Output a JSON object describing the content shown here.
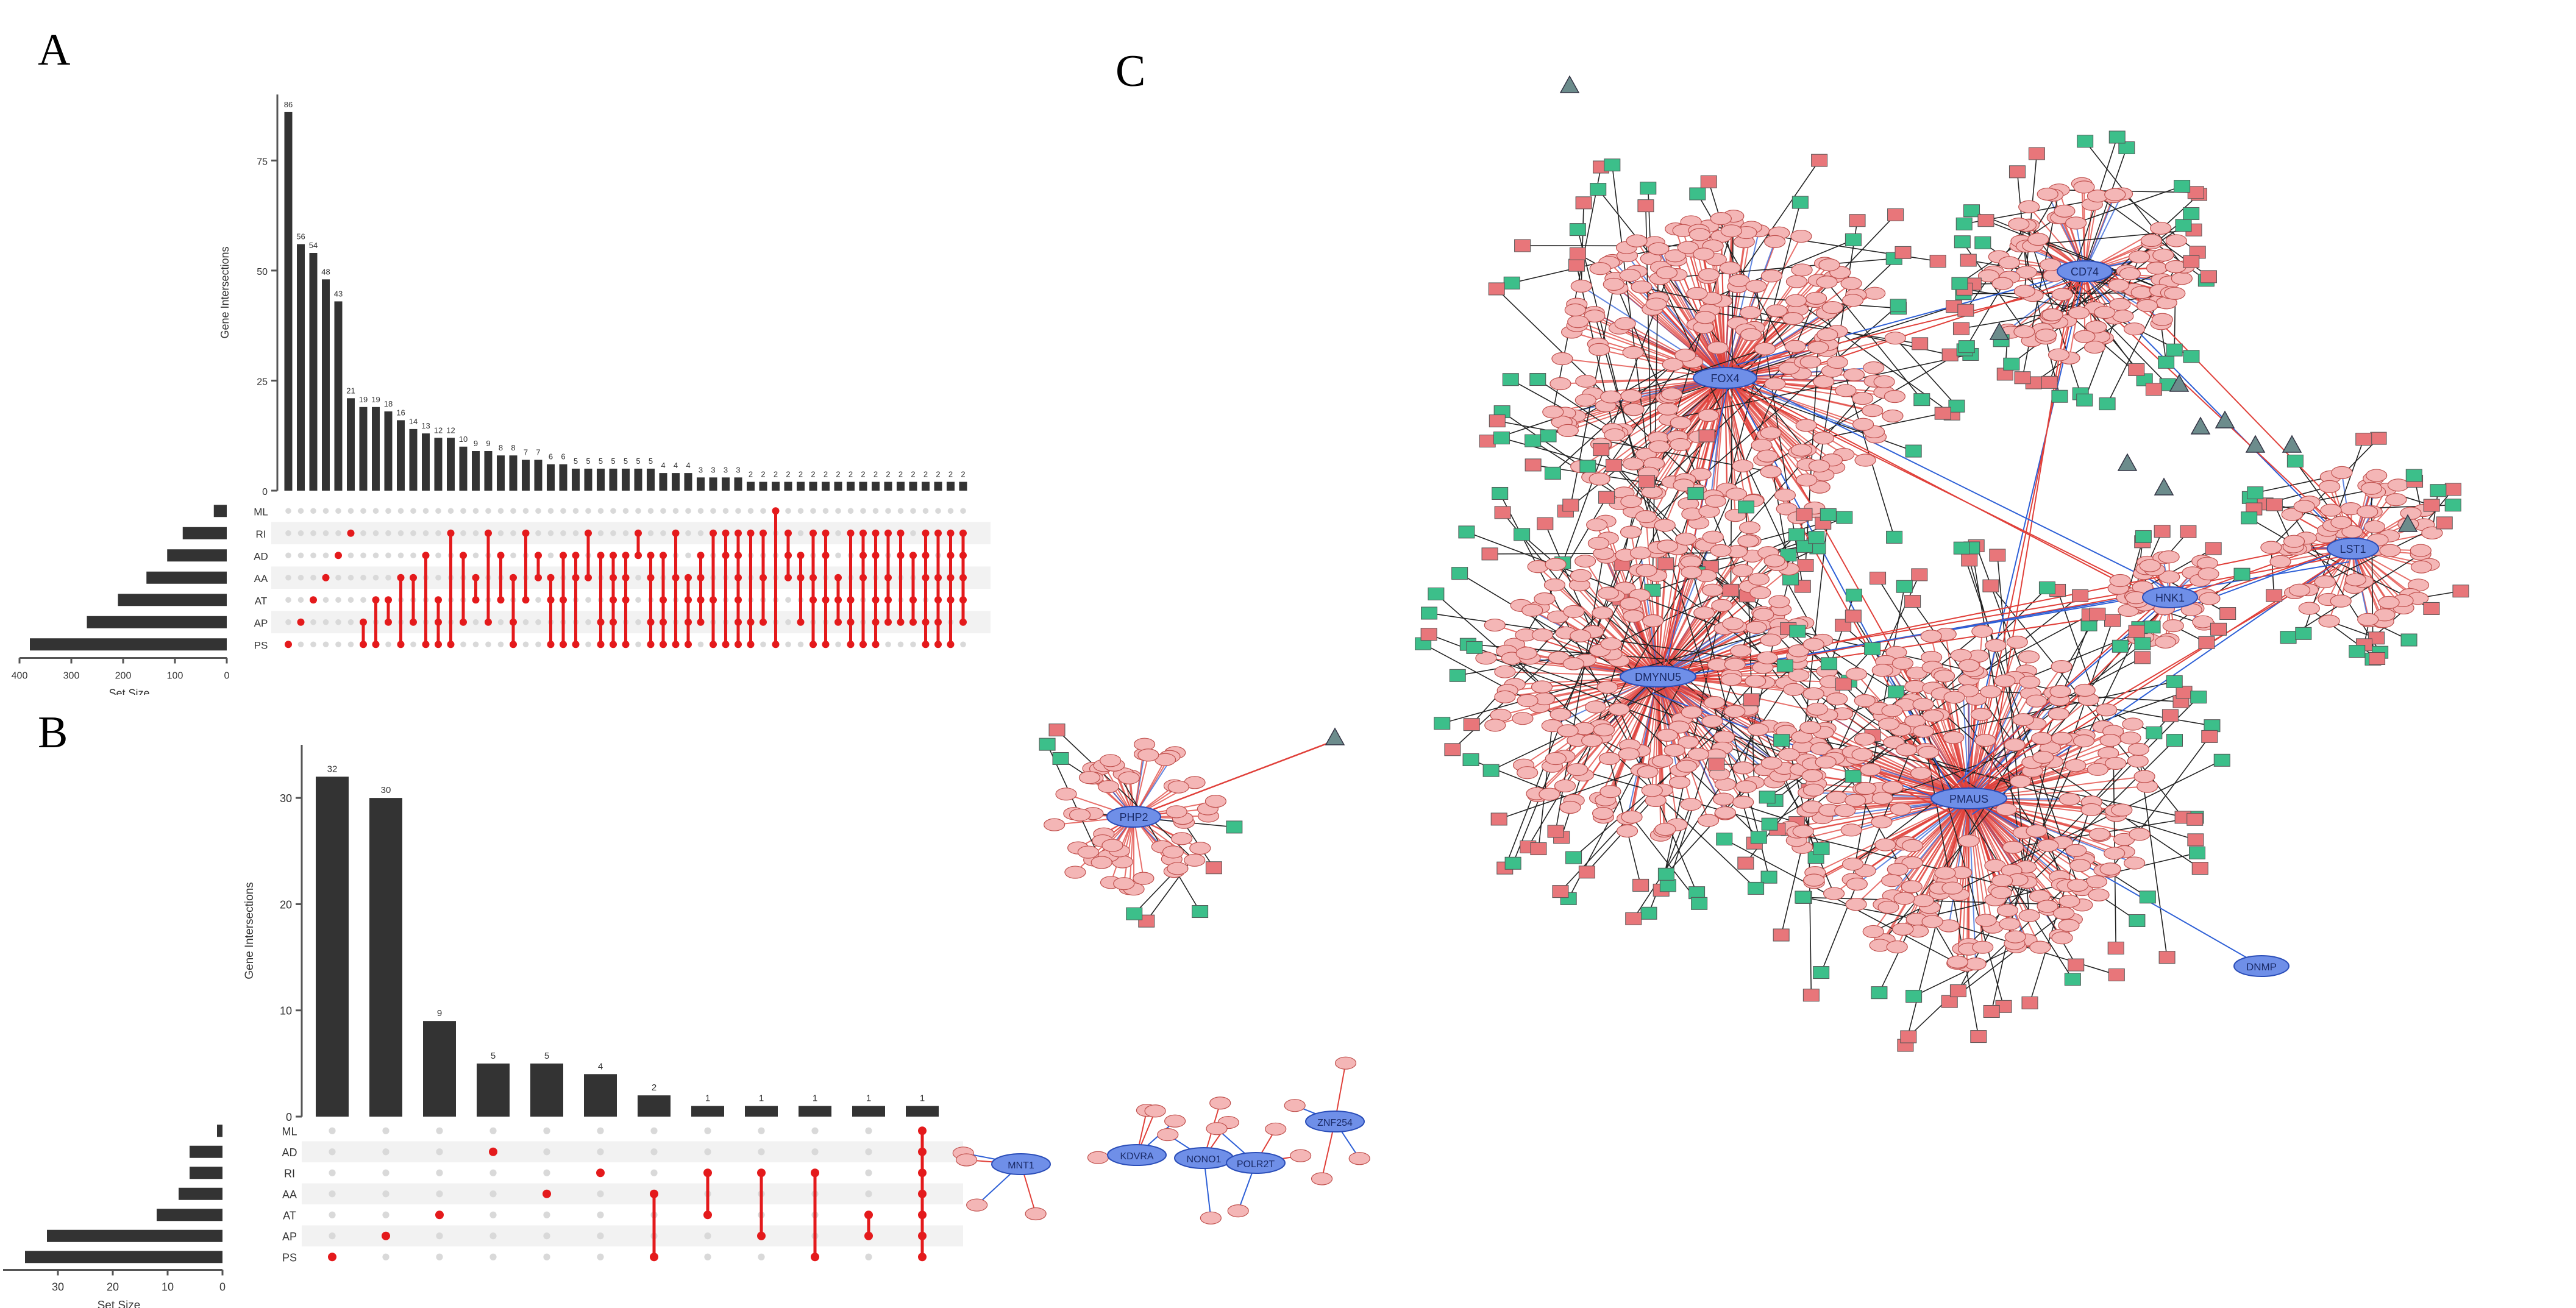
{
  "panel_labels": {
    "a": "A",
    "b": "B",
    "c": "C"
  },
  "colors": {
    "bar": "#333333",
    "dot_active": "#e41a1c",
    "dot_inactive": "#d9d9d9",
    "stripe": "#f2f2f2",
    "gene_node": "#f4b6b6",
    "gene_stroke": "#c0504d",
    "hub_node": "#6f8fe8",
    "mirna_node": "#e8767a",
    "drug_node": "#3cbf8a",
    "tf_node": "#6c8c8c",
    "edge_red": "#e0403a",
    "edge_blue": "#2d5fd6",
    "edge_black": "#222222"
  },
  "chart_data": [
    {
      "type": "bar",
      "id": "upset_A",
      "ylabel": "Gene Intersections",
      "xlabel": "Set Size",
      "ylim": [
        0,
        90
      ],
      "yticks": [
        0,
        25,
        50,
        75
      ],
      "sets": [
        "ML",
        "RI",
        "AD",
        "AA",
        "AT",
        "AP",
        "PS"
      ],
      "set_sizes": [
        25,
        85,
        115,
        155,
        210,
        270,
        380
      ],
      "set_size_ticks": [
        400,
        300,
        200,
        100,
        0
      ],
      "values": [
        86,
        56,
        54,
        48,
        43,
        21,
        19,
        19,
        18,
        16,
        14,
        13,
        12,
        12,
        10,
        9,
        9,
        8,
        8,
        7,
        7,
        6,
        6,
        5,
        5,
        5,
        5,
        5,
        5,
        5,
        4,
        4,
        4,
        3,
        3,
        3,
        3,
        2,
        2,
        2,
        2,
        2,
        2,
        2,
        2,
        2,
        2,
        2,
        2,
        2,
        2,
        2,
        2,
        2,
        2
      ],
      "value_labels": [
        "86",
        "56",
        "54",
        "48",
        "43",
        "21",
        "19",
        "19",
        "18",
        "16",
        "14",
        "13",
        "12",
        "12",
        "10",
        "9",
        "9",
        "8",
        "8",
        "7",
        "7",
        "6",
        "6",
        "5",
        "5",
        "5",
        "5",
        "5",
        "5",
        "5",
        "4",
        "4",
        "4",
        "3",
        "3",
        "3",
        "3",
        "2",
        "2",
        "2",
        "2",
        "2",
        "2",
        "2",
        "2",
        "2",
        "2",
        "2",
        "2",
        "2",
        "2",
        "2",
        "2",
        "2",
        "2"
      ],
      "memberships": [
        [
          6
        ],
        [
          5
        ],
        [
          4
        ],
        [
          3
        ],
        [
          2
        ],
        [
          1
        ],
        [
          5,
          6
        ],
        [
          4,
          6
        ],
        [
          4,
          5
        ],
        [
          3,
          6
        ],
        [
          3,
          5
        ],
        [
          2,
          6
        ],
        [
          4,
          5,
          6
        ],
        [
          1,
          6
        ],
        [
          2,
          5
        ],
        [
          3,
          4
        ],
        [
          1,
          5
        ],
        [
          2,
          4
        ],
        [
          3,
          5,
          6
        ],
        [
          1,
          4
        ],
        [
          2,
          3
        ],
        [
          3,
          4,
          6
        ],
        [
          2,
          4,
          6
        ],
        [
          2,
          3,
          6
        ],
        [
          1,
          3
        ],
        [
          2,
          5,
          6
        ],
        [
          2,
          3,
          4,
          5,
          6
        ],
        [
          2,
          3,
          4,
          6
        ],
        [
          1,
          2
        ],
        [
          2,
          3,
          5,
          6
        ],
        [
          2,
          4,
          5,
          6
        ],
        [
          1,
          3,
          6
        ],
        [
          3,
          4,
          5,
          6
        ],
        [
          2,
          3,
          4,
          5
        ],
        [
          1,
          4,
          6
        ],
        [
          1,
          2,
          6
        ],
        [
          1,
          2,
          3,
          4,
          5,
          6
        ],
        [
          1,
          5,
          6
        ],
        [
          1,
          3,
          5
        ],
        [
          0,
          6
        ],
        [
          1,
          2,
          3
        ],
        [
          2,
          3,
          5
        ],
        [
          1,
          3,
          4,
          6
        ],
        [
          1,
          2,
          4,
          6
        ],
        [
          3,
          4,
          5
        ],
        [
          1,
          4,
          5,
          6
        ],
        [
          1,
          2,
          3,
          6
        ],
        [
          1,
          2,
          4,
          5,
          6
        ],
        [
          1,
          3,
          4,
          5
        ],
        [
          1,
          2,
          5
        ],
        [
          2,
          4,
          5
        ],
        [
          1,
          2,
          3,
          5,
          6
        ],
        [
          1,
          3,
          4,
          5,
          6
        ],
        [
          1,
          2,
          3,
          4,
          6
        ],
        [
          1,
          2,
          3,
          4,
          5
        ]
      ]
    },
    {
      "type": "bar",
      "id": "upset_B",
      "ylabel": "Gene Intersections",
      "xlabel": "Set Size",
      "ylim": [
        0,
        35
      ],
      "yticks": [
        0,
        10,
        20,
        30
      ],
      "sets": [
        "ML",
        "AD",
        "RI",
        "AA",
        "AT",
        "AP",
        "PS"
      ],
      "set_sizes": [
        1,
        6,
        6,
        8,
        12,
        32,
        36
      ],
      "set_size_ticks": [
        30,
        20,
        10,
        0
      ],
      "values": [
        32,
        30,
        9,
        5,
        5,
        4,
        2,
        1,
        1,
        1,
        1,
        1
      ],
      "value_labels": [
        "32",
        "30",
        "9",
        "5",
        "5",
        "4",
        "2",
        "1",
        "1",
        "1",
        "1",
        "1"
      ],
      "memberships": [
        [
          6
        ],
        [
          5
        ],
        [
          4
        ],
        [
          1
        ],
        [
          3
        ],
        [
          2
        ],
        [
          3,
          6
        ],
        [
          2,
          4
        ],
        [
          2,
          5
        ],
        [
          2,
          6
        ],
        [
          4,
          5
        ],
        [
          0,
          1,
          2,
          3,
          4,
          5,
          6
        ]
      ]
    }
  ],
  "network": {
    "hubs": [
      "FOX4",
      "CD74",
      "DMYNU5",
      "HNK1",
      "LST1",
      "PMAUS",
      "PHP2",
      "DNMP"
    ],
    "small_components": [
      "MNT1",
      "KDVRA",
      "NONO1",
      "POLR2T",
      "ZNF254"
    ]
  }
}
